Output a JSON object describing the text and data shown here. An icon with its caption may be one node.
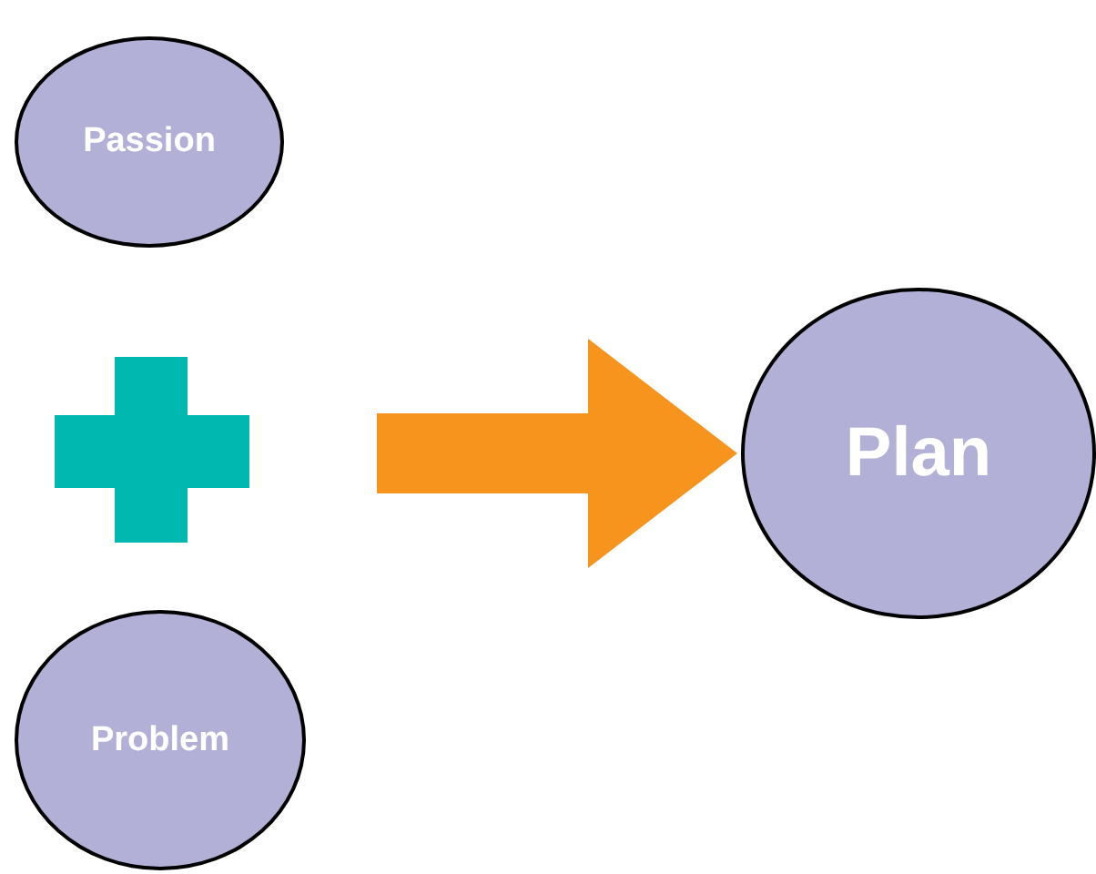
{
  "diagram": {
    "nodes": [
      {
        "text": [
          "Passion"
        ]
      },
      {
        "text": [
          "Problem"
        ]
      },
      {
        "text": [
          "Plan"
        ]
      }
    ],
    "edges": [
      {
        "from": null,
        "to": 2,
        "arrow": "to",
        "color": "#f7941d"
      }
    ]
  }
}
